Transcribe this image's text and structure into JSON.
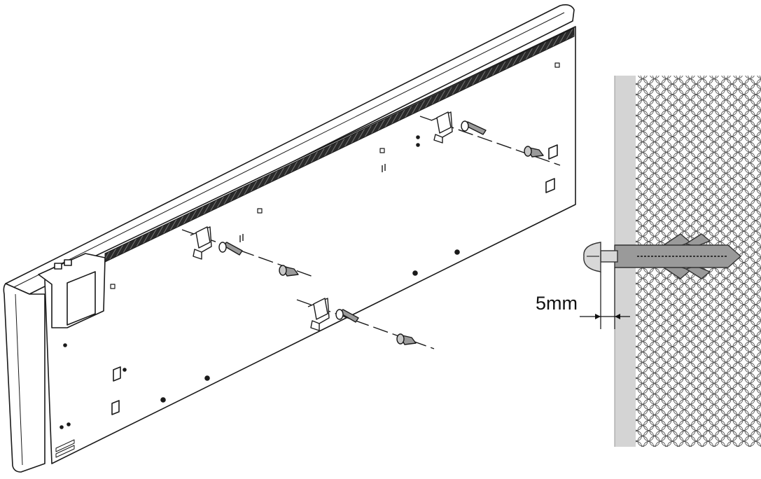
{
  "diagram": {
    "dimension_label": "5mm"
  },
  "colors": {
    "outline": "#1a1a1a",
    "panel_fill": "#ffffff",
    "vent": "#2a2a2a",
    "wall_plaster": "#d4d4d4",
    "hardware": "#9a9a9a",
    "hardware_dark": "#5a5a5a"
  },
  "elements": {
    "panel": "heater-panel",
    "brackets": [
      "mounting-bracket",
      "mounting-bracket",
      "mounting-bracket"
    ],
    "wall": "wall-cross-section",
    "plug": "wall-plug"
  }
}
